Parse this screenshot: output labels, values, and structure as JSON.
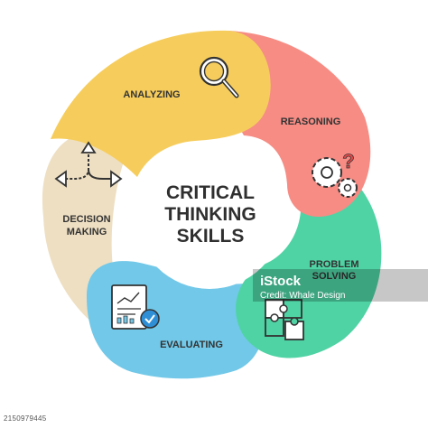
{
  "center": {
    "line1": "CRITICAL",
    "line2": "THINKING",
    "line3": "SKILLS"
  },
  "segments": [
    {
      "id": "analyzing",
      "label_lines": [
        "ANALYZING"
      ],
      "color": "#f6cd5c",
      "icon": "magnifier-icon"
    },
    {
      "id": "reasoning",
      "label_lines": [
        "REASONING"
      ],
      "color": "#f68c84",
      "icon": "gears-question-icon"
    },
    {
      "id": "problem-solving",
      "label_lines": [
        "PROBLEM",
        "SOLVING"
      ],
      "color": "#4fd3a4",
      "icon": "puzzle-icon"
    },
    {
      "id": "evaluating",
      "label_lines": [
        "EVALUATING"
      ],
      "color": "#72c8e8",
      "icon": "report-check-icon"
    },
    {
      "id": "decision-making",
      "label_lines": [
        "DECISION",
        "MAKING"
      ],
      "color": "#eedfc2",
      "icon": "split-arrows-icon"
    }
  ],
  "watermark": {
    "brand": "iStock",
    "credit": "Credit: Whale Design"
  },
  "image_id": "2150979445"
}
